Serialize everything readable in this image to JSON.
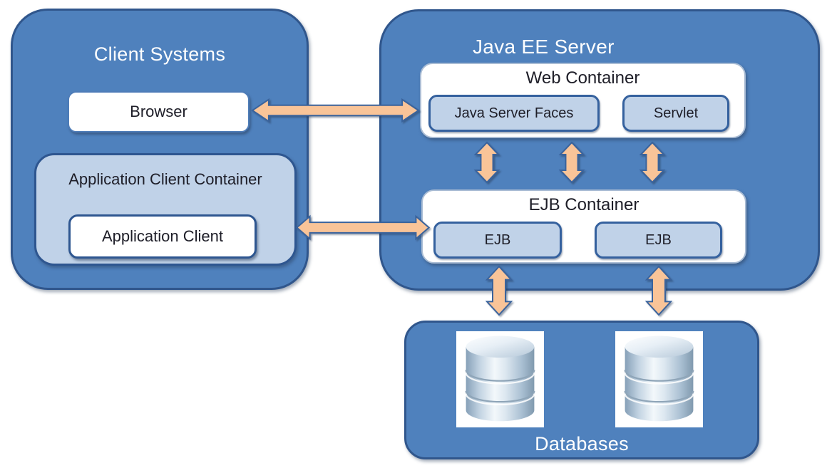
{
  "colors": {
    "canvas_bg": "#FFFFFF",
    "box_blue": "#4F81BD",
    "box_blue_border": "#30568C",
    "light_blue": "#C0D2E8",
    "chip_border": "#35619E",
    "container_border": "#A9BCD4",
    "arrow_fill": "#F9C498",
    "arrow_stroke": "#3A639C",
    "title_text": "#FFFFFF",
    "dark_text": "#1E1E28"
  },
  "client_systems": {
    "title": "Client Systems",
    "browser_label": "Browser",
    "app_client_container_title": "Application Client Container",
    "app_client_label": "Application Client"
  },
  "java_ee_server": {
    "title": "Java EE Server",
    "web_container": {
      "title": "Web Container",
      "items": [
        {
          "label": "Java Server Faces"
        },
        {
          "label": "Servlet"
        }
      ]
    },
    "ejb_container": {
      "title": "EJB Container",
      "items": [
        {
          "label": "EJB"
        },
        {
          "label": "EJB"
        }
      ]
    }
  },
  "databases": {
    "title": "Databases",
    "icons": [
      "database-cylinder",
      "database-cylinder"
    ]
  }
}
